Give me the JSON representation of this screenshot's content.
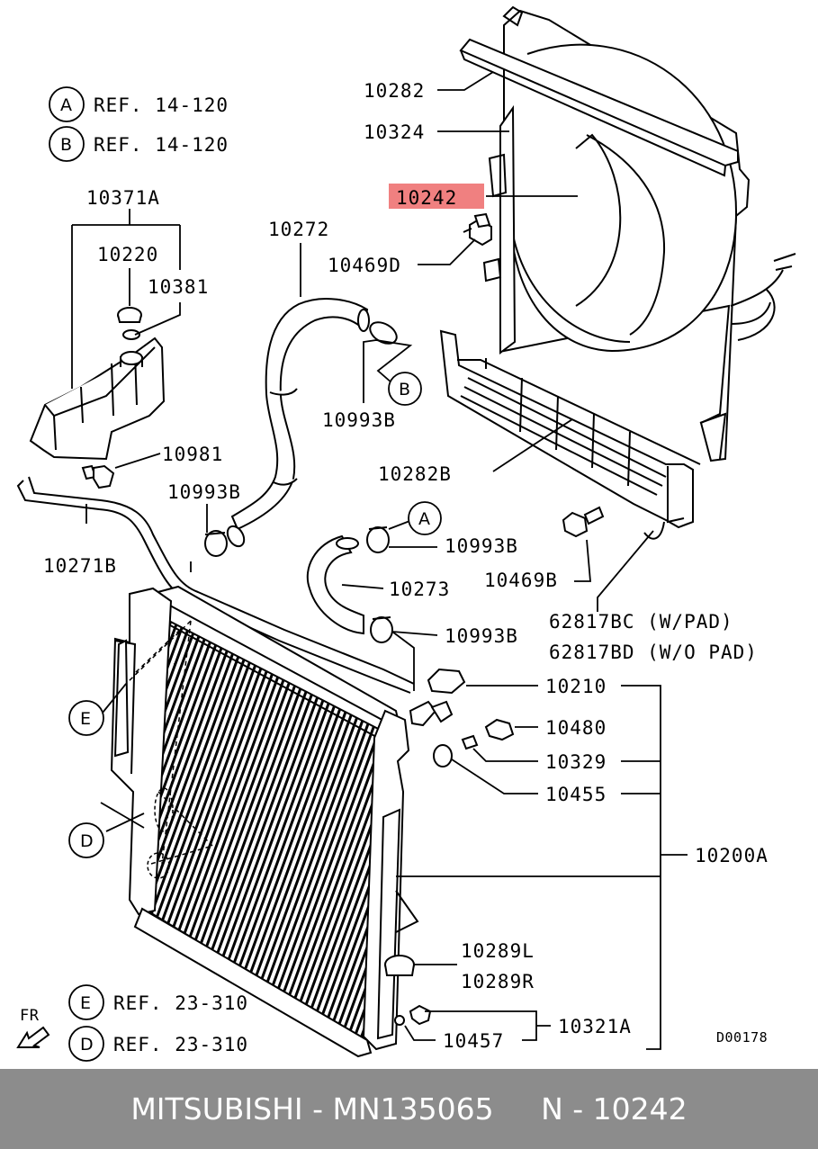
{
  "diagram": {
    "refs": [
      {
        "letter": "A",
        "text": "REF. 14-120"
      },
      {
        "letter": "B",
        "text": "REF. 14-120"
      },
      {
        "letter": "E",
        "text": "REF. 23-310"
      },
      {
        "letter": "D",
        "text": "REF. 23-310"
      }
    ],
    "callouts": {
      "A": "A",
      "B": "B",
      "E": "E",
      "D": "D"
    },
    "labels": {
      "p10282": "10282",
      "p10324": "10324",
      "p10242": "10242",
      "p10469D": "10469D",
      "p10371A": "10371A",
      "p10220": "10220",
      "p10381": "10381",
      "p10272": "10272",
      "p10993B_top": "10993B",
      "p10981": "10981",
      "p10993B_left": "10993B",
      "p10271B": "10271B",
      "p10282B": "10282B",
      "p10993B_mid": "10993B",
      "p10469B": "10469B",
      "p10273": "10273",
      "p62817BC": "62817BC (W/PAD)",
      "p62817BD": "62817BD (W/O PAD)",
      "p10993B_low": "10993B",
      "p10210": "10210",
      "p10480": "10480",
      "p10329": "10329",
      "p10455": "10455",
      "p10200A": "10200A",
      "p10289L": "10289L",
      "p10289R": "10289R",
      "p10457": "10457",
      "p10321A": "10321A"
    },
    "fr_label": "FR",
    "diagram_code": "D00178",
    "highlight_color": "#f08080"
  },
  "footer": {
    "text": "MITSUBISHI - MN135065     N - 10242"
  }
}
